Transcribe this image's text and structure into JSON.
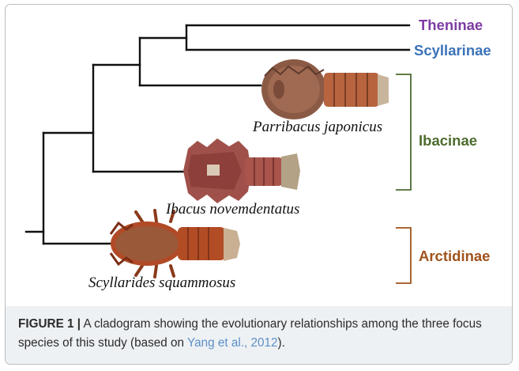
{
  "clades": {
    "theninae": {
      "label": "Theninae",
      "color": "#7d3ca3"
    },
    "scyllarinae": {
      "label": "Scyllarinae",
      "color": "#3b73b9"
    },
    "ibacinae": {
      "label": "Ibacinae",
      "color": "#4e6b2f"
    },
    "arctidinae": {
      "label": "Arctidinae",
      "color": "#a0521b"
    }
  },
  "species": {
    "parribacus": "Parribacus japonicus",
    "ibacus": "Ibacus novemdentatus",
    "scyllarides": "Scyllarides squammosus"
  },
  "caption": {
    "figure_label": "FIGURE 1 |",
    "text_before_ref": " A cladogram showing the evolutionary relationships among the three focus species of this study (based on ",
    "reference": "Yang et al., 2012",
    "text_after_ref": ")."
  }
}
